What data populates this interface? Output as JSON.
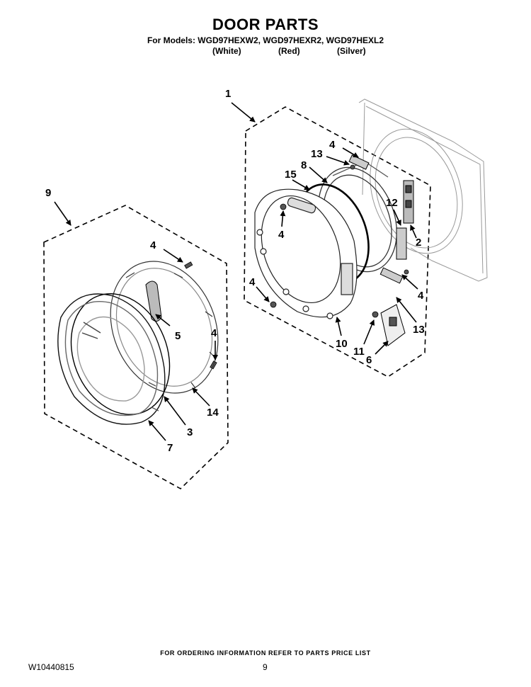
{
  "header": {
    "title": "DOOR PARTS",
    "models_line": "For Models: WGD97HEXW2, WGD97HEXR2, WGD97HEXL2",
    "colors": [
      "(White)",
      "(Red)",
      "(Silver)"
    ]
  },
  "callouts": {
    "c1": "1",
    "c2": "2",
    "c3": "3",
    "c4a": "4",
    "c4b": "4",
    "c4c": "4",
    "c4d": "4",
    "c4e": "4",
    "c4f": "4",
    "c5": "5",
    "c6": "6",
    "c7": "7",
    "c8": "8",
    "c9": "9",
    "c10": "10",
    "c11": "11",
    "c12": "12",
    "c13a": "13",
    "c13b": "13",
    "c14": "14",
    "c15": "15"
  },
  "footer": {
    "ordering_note": "FOR ORDERING INFORMATION REFER TO PARTS PRICE LIST",
    "document_number": "W10440815",
    "page_number": "9"
  }
}
